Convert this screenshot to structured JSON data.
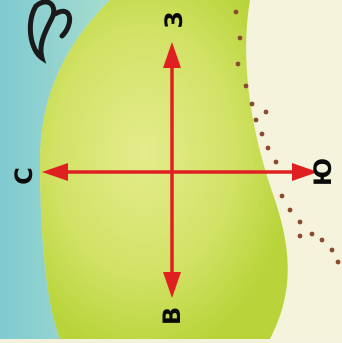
{
  "compass": {
    "north": "З",
    "east": "Ю",
    "south": "В",
    "west": "С"
  },
  "colors": {
    "sea": "#8ed2d4",
    "land_light": "#e2ea86",
    "land_dark": "#b8d43a",
    "sand": "#f4f2dc",
    "route": "#8a4a2e",
    "arrow": "#e02020",
    "text": "#0a0a0a"
  }
}
